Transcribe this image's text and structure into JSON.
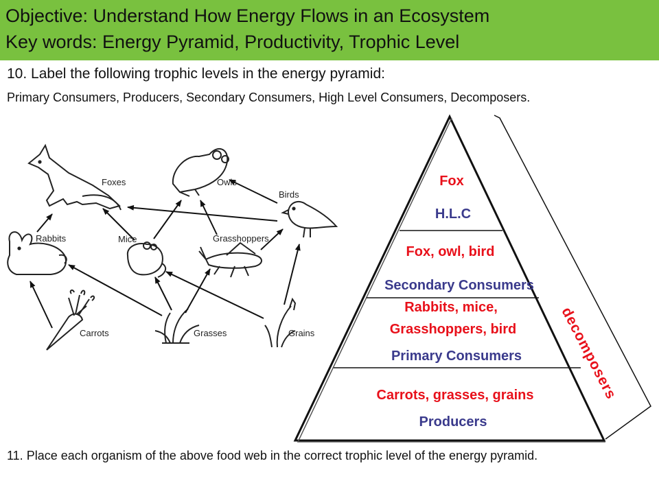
{
  "header": {
    "objective": "Objective: Understand How Energy Flows in an Ecosystem",
    "keywords": "Key words: Energy Pyramid, Productivity, Trophic Level"
  },
  "question10": {
    "prompt": "10. Label the following trophic levels in the energy pyramid:",
    "list": "Primary Consumers, Producers, Secondary Consumers, High Level Consumers, Decomposers."
  },
  "food_web": {
    "labels": {
      "foxes": "Foxes",
      "owls": "Owls",
      "birds": "Birds",
      "rabbits": "Rabbits",
      "mice": "Mice",
      "grasshoppers": "Grasshoppers",
      "carrots": "Carrots",
      "grasses": "Grasses",
      "grains": "Grains"
    }
  },
  "pyramid": {
    "top_organisms": "Fox",
    "top_level": "H.L.C",
    "secondary_organisms": "Fox, owl, bird",
    "secondary_level": "Secondary Consumers",
    "primary_organisms_1": "Rabbits, mice,",
    "primary_organisms_2": "Grasshoppers, bird",
    "primary_level": "Primary Consumers",
    "producer_organisms": "Carrots, grasses, grains",
    "producer_level": "Producers",
    "decomposers": "decomposers"
  },
  "question11": {
    "prompt": "11. Place each organism of the above food web in the correct trophic level of the energy pyramid."
  },
  "colors": {
    "banner": "#79c13f",
    "organism_text": "#e8101a",
    "level_text": "#3a3a8c"
  }
}
